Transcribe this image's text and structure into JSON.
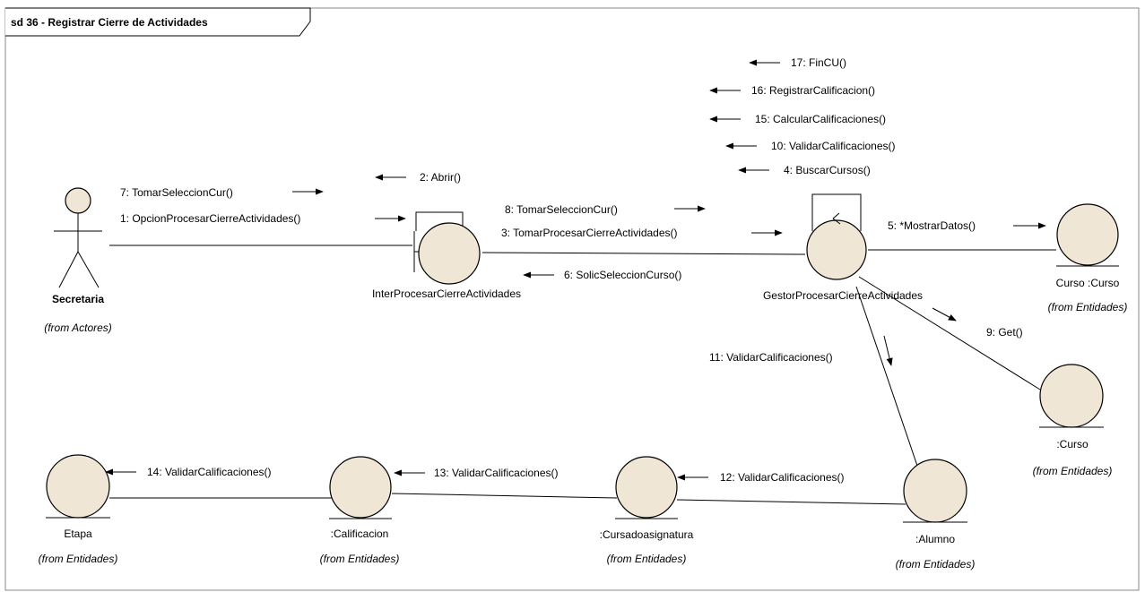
{
  "frame": {
    "title": "sd 36 - Registrar Cierre de Actividades"
  },
  "nodes": {
    "secretaria": {
      "name": "Secretaria",
      "from": "(from Actores)"
    },
    "inter": {
      "name": "InterProcesarCierreActividades"
    },
    "gestor": {
      "name": "GestorProcesarCierreActividades"
    },
    "curso_curso": {
      "name": "Curso :Curso",
      "from": "(from Entidades)"
    },
    "curso": {
      "name": ":Curso",
      "from": "(from Entidades)"
    },
    "alumno": {
      "name": ":Alumno",
      "from": "(from Entidades)"
    },
    "cursado": {
      "name": ":Cursadoasignatura",
      "from": "(from Entidades)"
    },
    "calificacion": {
      "name": ":Calificacion",
      "from": "(from Entidades)"
    },
    "etapa": {
      "name": "Etapa",
      "from": "(from Entidades)"
    }
  },
  "messages": {
    "m1": "1: OpcionProcesarCierreActividades()",
    "m2": "2: Abrir()",
    "m3": "3: TomarProcesarCierreActividades()",
    "m4": "4: BuscarCursos()",
    "m5": "5: *MostrarDatos()",
    "m6": "6: SolicSeleccionCurso()",
    "m7": "7: TomarSeleccionCur()",
    "m8": "8: TomarSeleccionCur()",
    "m9": "9: Get()",
    "m10": "10: ValidarCalificaciones()",
    "m11": "11: ValidarCalificaciones()",
    "m12": "12: ValidarCalificaciones()",
    "m13": "13: ValidarCalificaciones()",
    "m14": "14: ValidarCalificaciones()",
    "m15": "15: CalcularCalificaciones()",
    "m16": "16: RegistrarCalificacion()",
    "m17": "17: FinCU()"
  }
}
